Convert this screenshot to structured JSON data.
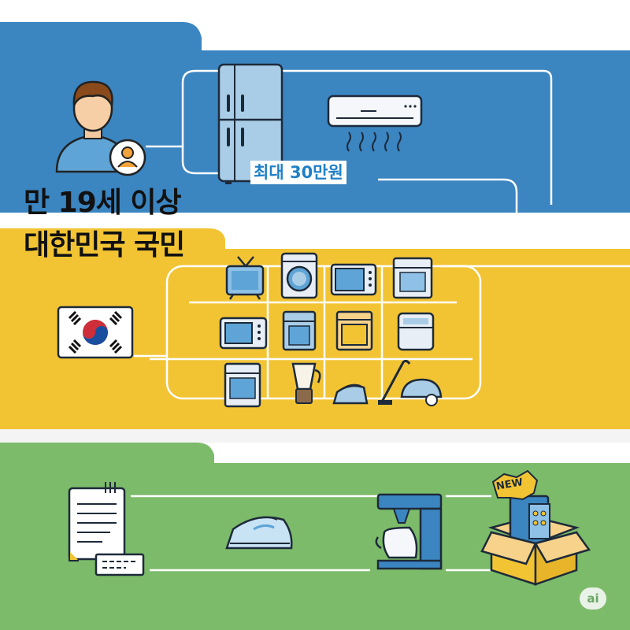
{
  "section_top": {
    "price_label": "최대 30만원",
    "age_line": "만 19세 이상",
    "citizen_line": "대한민국 국민",
    "colors": {
      "band": "#3b85c1",
      "accent_text": "#1f7fc7"
    }
  },
  "section_middle": {
    "colors": {
      "band": "#f2c434"
    },
    "appliances": [
      "tv-icon",
      "washing-machine-icon",
      "microwave-icon",
      "dishwasher-icon",
      "microwave-icon",
      "oven-icon",
      "oven-icon",
      "rice-washer-icon",
      "stove-icon",
      "blender-icon",
      "iron-icon",
      "vacuum-cleaner-icon"
    ]
  },
  "section_bottom": {
    "colors": {
      "band": "#7cbb6a"
    },
    "new_badge": "NEW",
    "icons": [
      "document-icon",
      "iron-icon",
      "coffee-maker-icon",
      "new-box-icon"
    ]
  },
  "watermark": "ai"
}
